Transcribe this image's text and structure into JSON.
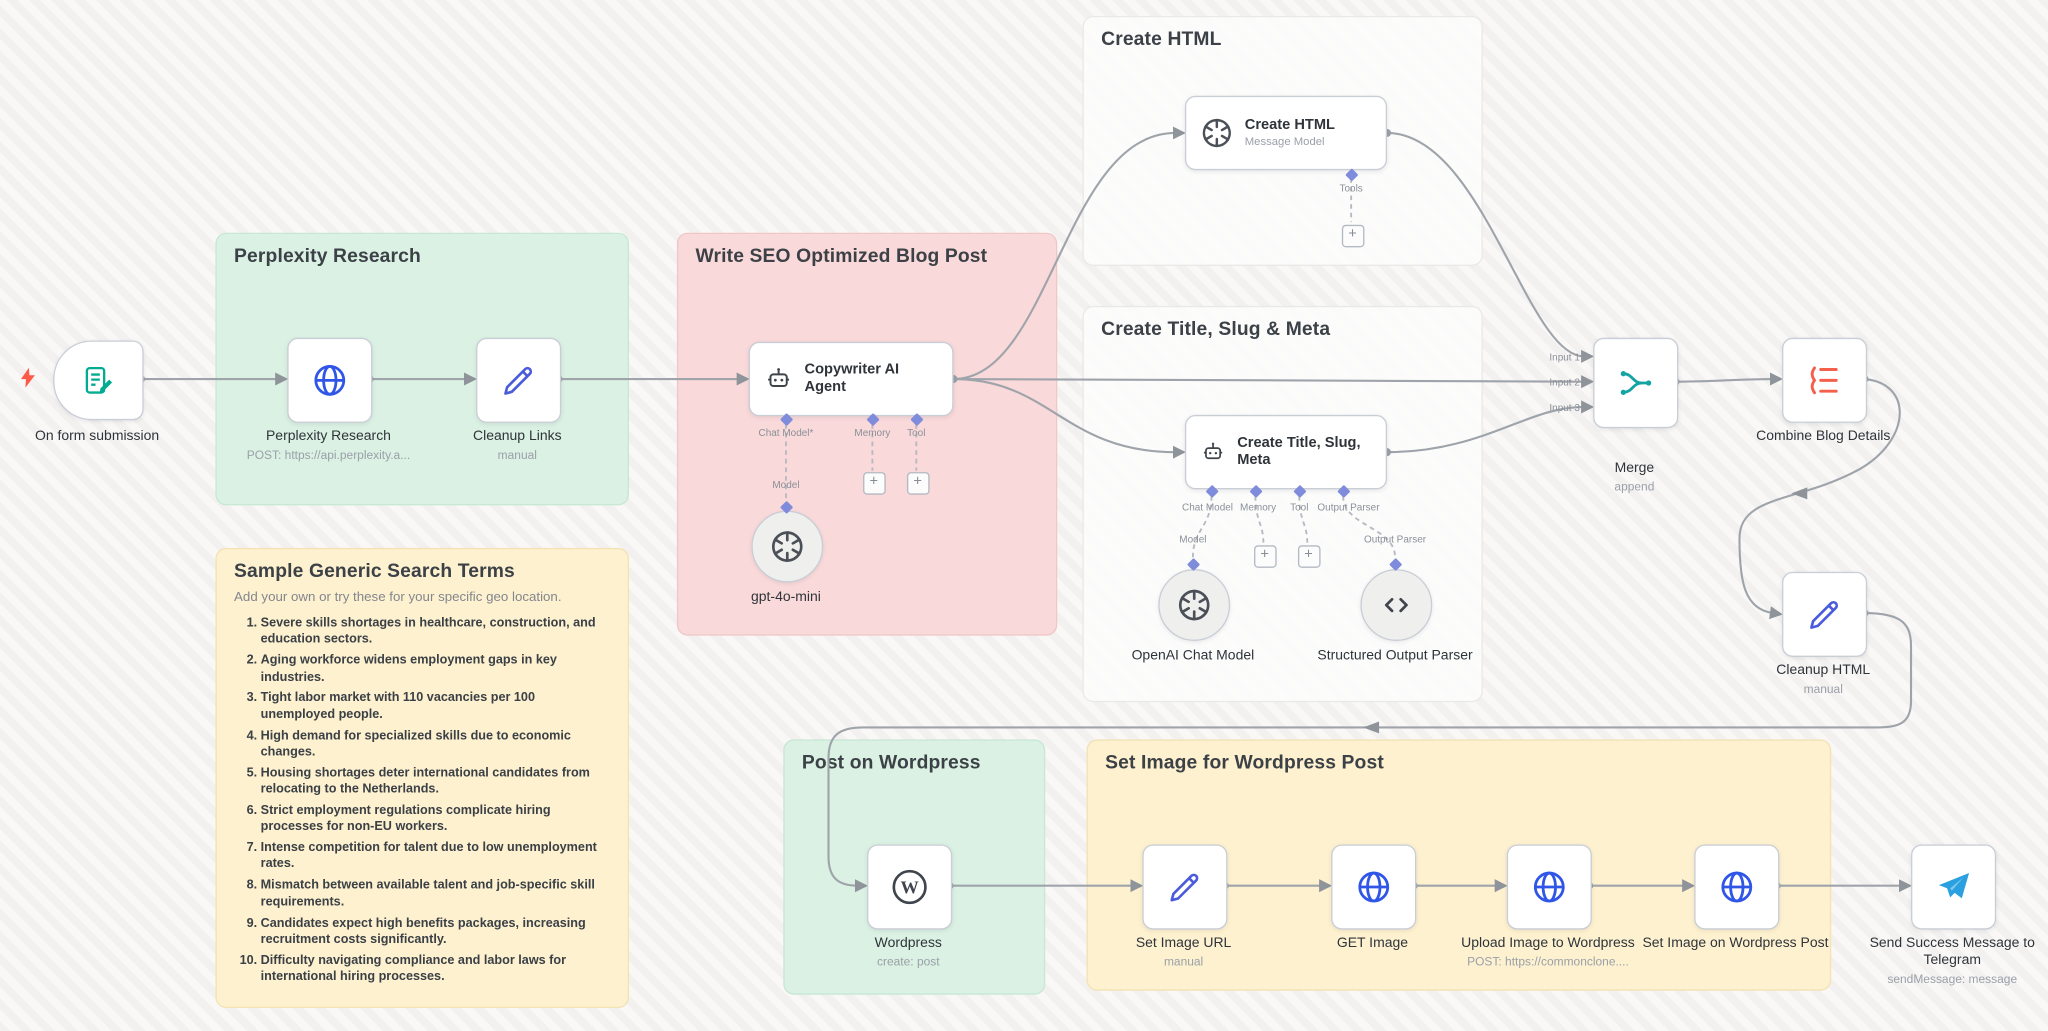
{
  "sections": {
    "perplexity": {
      "title": "Perplexity Research"
    },
    "seo_post": {
      "title": "Write SEO Optimized Blog Post"
    },
    "create_html": {
      "title": "Create HTML"
    },
    "create_title": {
      "title": "Create Title, Slug & Meta"
    },
    "post_wordpress": {
      "title": "Post on Wordpress"
    },
    "set_image": {
      "title": "Set Image for Wordpress Post"
    },
    "search_terms": {
      "title": "Sample Generic Search Terms",
      "subtitle": "Add your own or try these for your specific geo location.",
      "items": [
        "Severe skills shortages in healthcare, construction, and education sectors.",
        "Aging workforce widens employment gaps in key industries.",
        "Tight labor market with 110 vacancies per 100 unemployed people.",
        "High demand for specialized skills due to economic changes.",
        "Housing shortages deter international candidates from relocating to the Netherlands.",
        "Strict employment regulations complicate hiring processes for non-EU workers.",
        "Intense competition for talent due to low unemployment rates.",
        "Mismatch between available talent and job-specific skill requirements.",
        "Candidates expect high benefits packages, increasing recruitment costs significantly.",
        "Difficulty navigating compliance and labor laws for international hiring processes."
      ]
    }
  },
  "nodes": {
    "form_trigger": {
      "label": "On form submission"
    },
    "perplexity": {
      "label": "Perplexity Research",
      "sub": "POST: https://api.perplexity.a..."
    },
    "cleanup_links": {
      "label": "Cleanup Links",
      "sub": "manual"
    },
    "copywriter": {
      "title": "Copywriter AI Agent",
      "ports": {
        "chat_model": "Chat Model*",
        "memory": "Memory",
        "tool": "Tool"
      }
    },
    "gpt4o_mini": {
      "label": "gpt-4o-mini",
      "port_label": "Model"
    },
    "create_html": {
      "title": "Create HTML",
      "subtitle": "Message Model",
      "ports": {
        "tools": "Tools"
      }
    },
    "create_title": {
      "title": "Create Title, Slug, Meta",
      "ports": {
        "chat_model": "Chat Model",
        "memory": "Memory",
        "tool": "Tool",
        "output_parser": "Output Parser"
      }
    },
    "openai_chat": {
      "label": "OpenAI Chat Model",
      "port_label": "Model"
    },
    "structured_parser": {
      "label": "Structured Output Parser",
      "port_label": "Output Parser"
    },
    "merge": {
      "label": "Merge",
      "sub": "append",
      "inputs": [
        "Input 1",
        "Input 2",
        "Input 3"
      ]
    },
    "combine": {
      "label": "Combine Blog Details"
    },
    "cleanup_html": {
      "label": "Cleanup HTML",
      "sub": "manual"
    },
    "wordpress": {
      "label": "Wordpress",
      "sub": "create: post"
    },
    "set_image_url": {
      "label": "Set Image URL",
      "sub": "manual"
    },
    "get_image": {
      "label": "GET Image"
    },
    "upload_image": {
      "label": "Upload Image to Wordpress",
      "sub": "POST: https://commonclone...."
    },
    "set_image_post": {
      "label": "Set Image on Wordpress Post"
    },
    "telegram": {
      "label": "Send Success Message to Telegram",
      "sub": "sendMessage: message"
    }
  },
  "ui": {
    "plus": "+"
  },
  "colors": {
    "sticky_green": "#daf1e3",
    "sticky_red": "#f9d9d9",
    "sticky_yellow": "#fdf1cf",
    "sticky_white": "#fcfcfc",
    "edge": "#9fa4ab",
    "diamond": "#7f8bdb",
    "http_blue": "#3056e8",
    "set_blue": "#4a5bdc",
    "openai_dark": "#4b5058",
    "merge_teal": "#12a3a3",
    "combine_orange": "#f4604c",
    "telegram_blue": "#2ba0e0",
    "form_teal": "#00ab91",
    "bolt_orange": "#ff5a48"
  }
}
